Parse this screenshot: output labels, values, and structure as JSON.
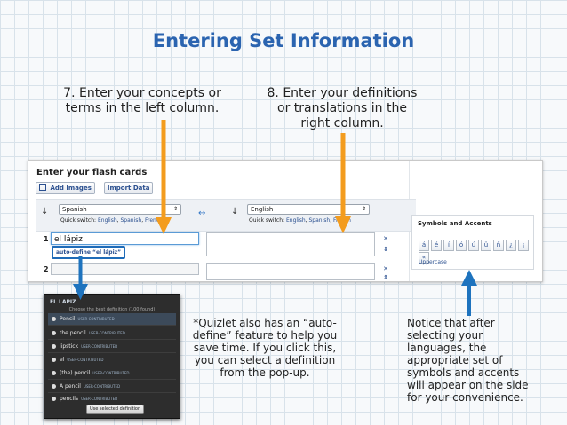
{
  "slide": {
    "title": "Entering Set Information",
    "callout_left": "7. Enter your concepts or\nterms in the left column.",
    "callout_right": "8. Enter your definitions\nor translations in the\nright column.",
    "note_autodefine": "*Quizlet also has an “auto-\ndefine” feature to help you\nsave time. If you click this,\nyou can select a definition\nfrom the pop-up.",
    "note_symbols": "Notice that after\nselecting your\nlanguages, the\nappropriate set of\nsymbols and accents\nwill appear on the side\nfor your convenience.",
    "arrow_color": "#f39c1e",
    "arrow_blue": "#1e73be"
  },
  "editor": {
    "title": "Enter your flash cards",
    "add_images": "Add Images",
    "import_data": "Import Data",
    "term_language": "Spanish",
    "def_language": "English",
    "quick_switch_label": "Quick switch:",
    "quick_switch_options": [
      "English",
      "Spanish",
      "French"
    ],
    "rows": [
      {
        "num": "1",
        "term": "el lápiz",
        "definition": ""
      },
      {
        "num": "2",
        "term": "",
        "definition": ""
      }
    ],
    "autodefine_label": "auto-define “el lápiz”"
  },
  "symbols": {
    "title": "Symbols and Accents",
    "keys": [
      "á",
      "é",
      "í",
      "ó",
      "ú",
      "ü",
      "ñ",
      "¿",
      "¡"
    ],
    "extra_key": "«",
    "uppercase": "Uppercase"
  },
  "popup": {
    "header": "EL LAPIZ",
    "subtitle": "Choose the best definition (100 found)",
    "tag": "USER-CONTRIBUTED",
    "items": [
      "Pencil",
      "the pencil",
      "lipstick",
      "el",
      "(the) pencil",
      "A pencil",
      "pencils"
    ],
    "button": "Use selected definition"
  }
}
